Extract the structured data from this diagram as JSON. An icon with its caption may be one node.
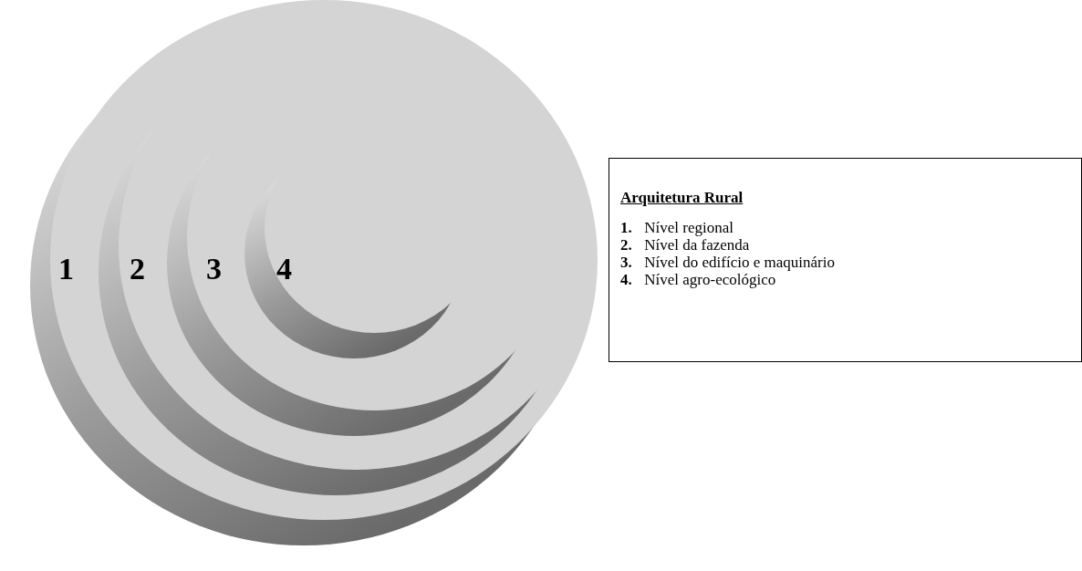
{
  "diagram": {
    "nodes": [
      {
        "text": [
          "1"
        ]
      },
      {
        "text": [
          "2"
        ],
        "in": 0
      },
      {
        "text": [
          "3"
        ],
        "in": 1
      },
      {
        "text": [
          "4"
        ],
        "in": 2
      },
      {
        "text": [
          "Arquitetura Rural",
          "**1.** Nível regional",
          "**2.** Nível da fazenda",
          "**3.** Nível do edifício e maquinário",
          "**4.** Nível agro-ecológico"
        ]
      }
    ]
  }
}
